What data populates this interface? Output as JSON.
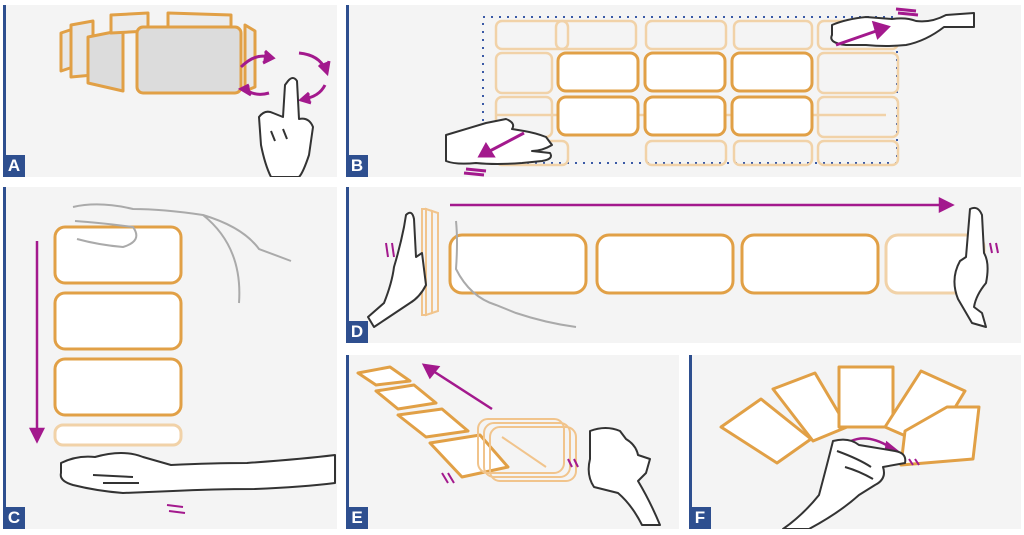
{
  "panels": {
    "a": {
      "label": "A"
    },
    "b": {
      "label": "B"
    },
    "c": {
      "label": "C"
    },
    "d": {
      "label": "D"
    },
    "e": {
      "label": "E"
    },
    "f": {
      "label": "F"
    }
  },
  "colors": {
    "card_stroke": "#e1a046",
    "card_faded": "#f1d2a8",
    "arrow": "#a3198d",
    "hand": "#333333",
    "panel_bg": "#f4f4f4",
    "label_bg": "#2e4f8f",
    "grid_dots": "#3a5aa6"
  }
}
